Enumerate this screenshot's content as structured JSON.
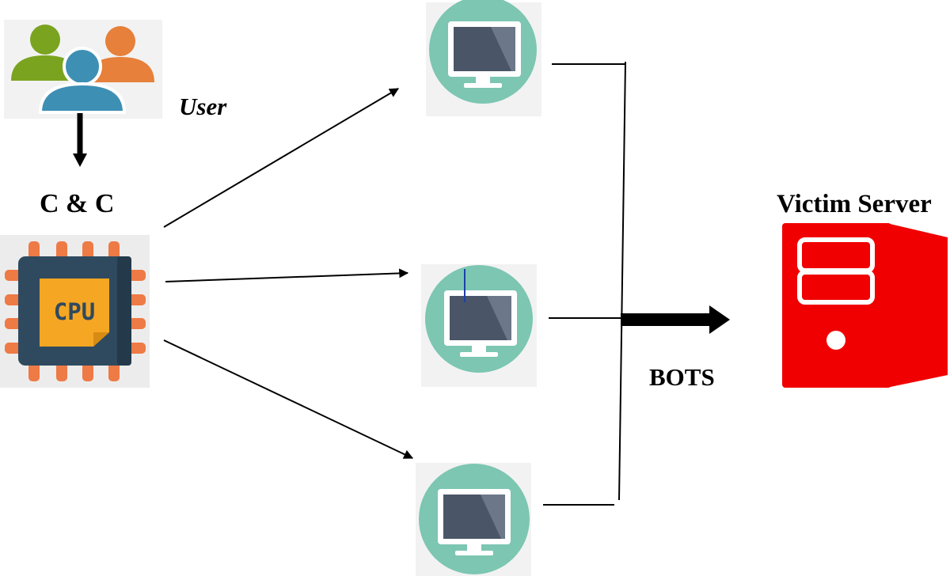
{
  "labels": {
    "user": "User",
    "command_control": "C & C",
    "bots": "BOTS",
    "victim_server": "Victim Server",
    "cpu": "CPU"
  },
  "icons": {
    "users": "users-group-icon",
    "cpu": "cpu-chip-icon",
    "bot": "monitor-icon",
    "server": "server-tower-icon"
  },
  "colors": {
    "user_green": "#7aa41f",
    "user_orange": "#e6803a",
    "user_blue": "#3e8fb4",
    "cpu_body": "#2f4a5f",
    "cpu_core": "#f5a623",
    "cpu_pins": "#ee7a45",
    "bot_circle": "#7cc6b2",
    "monitor_screen": "#4a5568",
    "server_red": "#f00000"
  }
}
